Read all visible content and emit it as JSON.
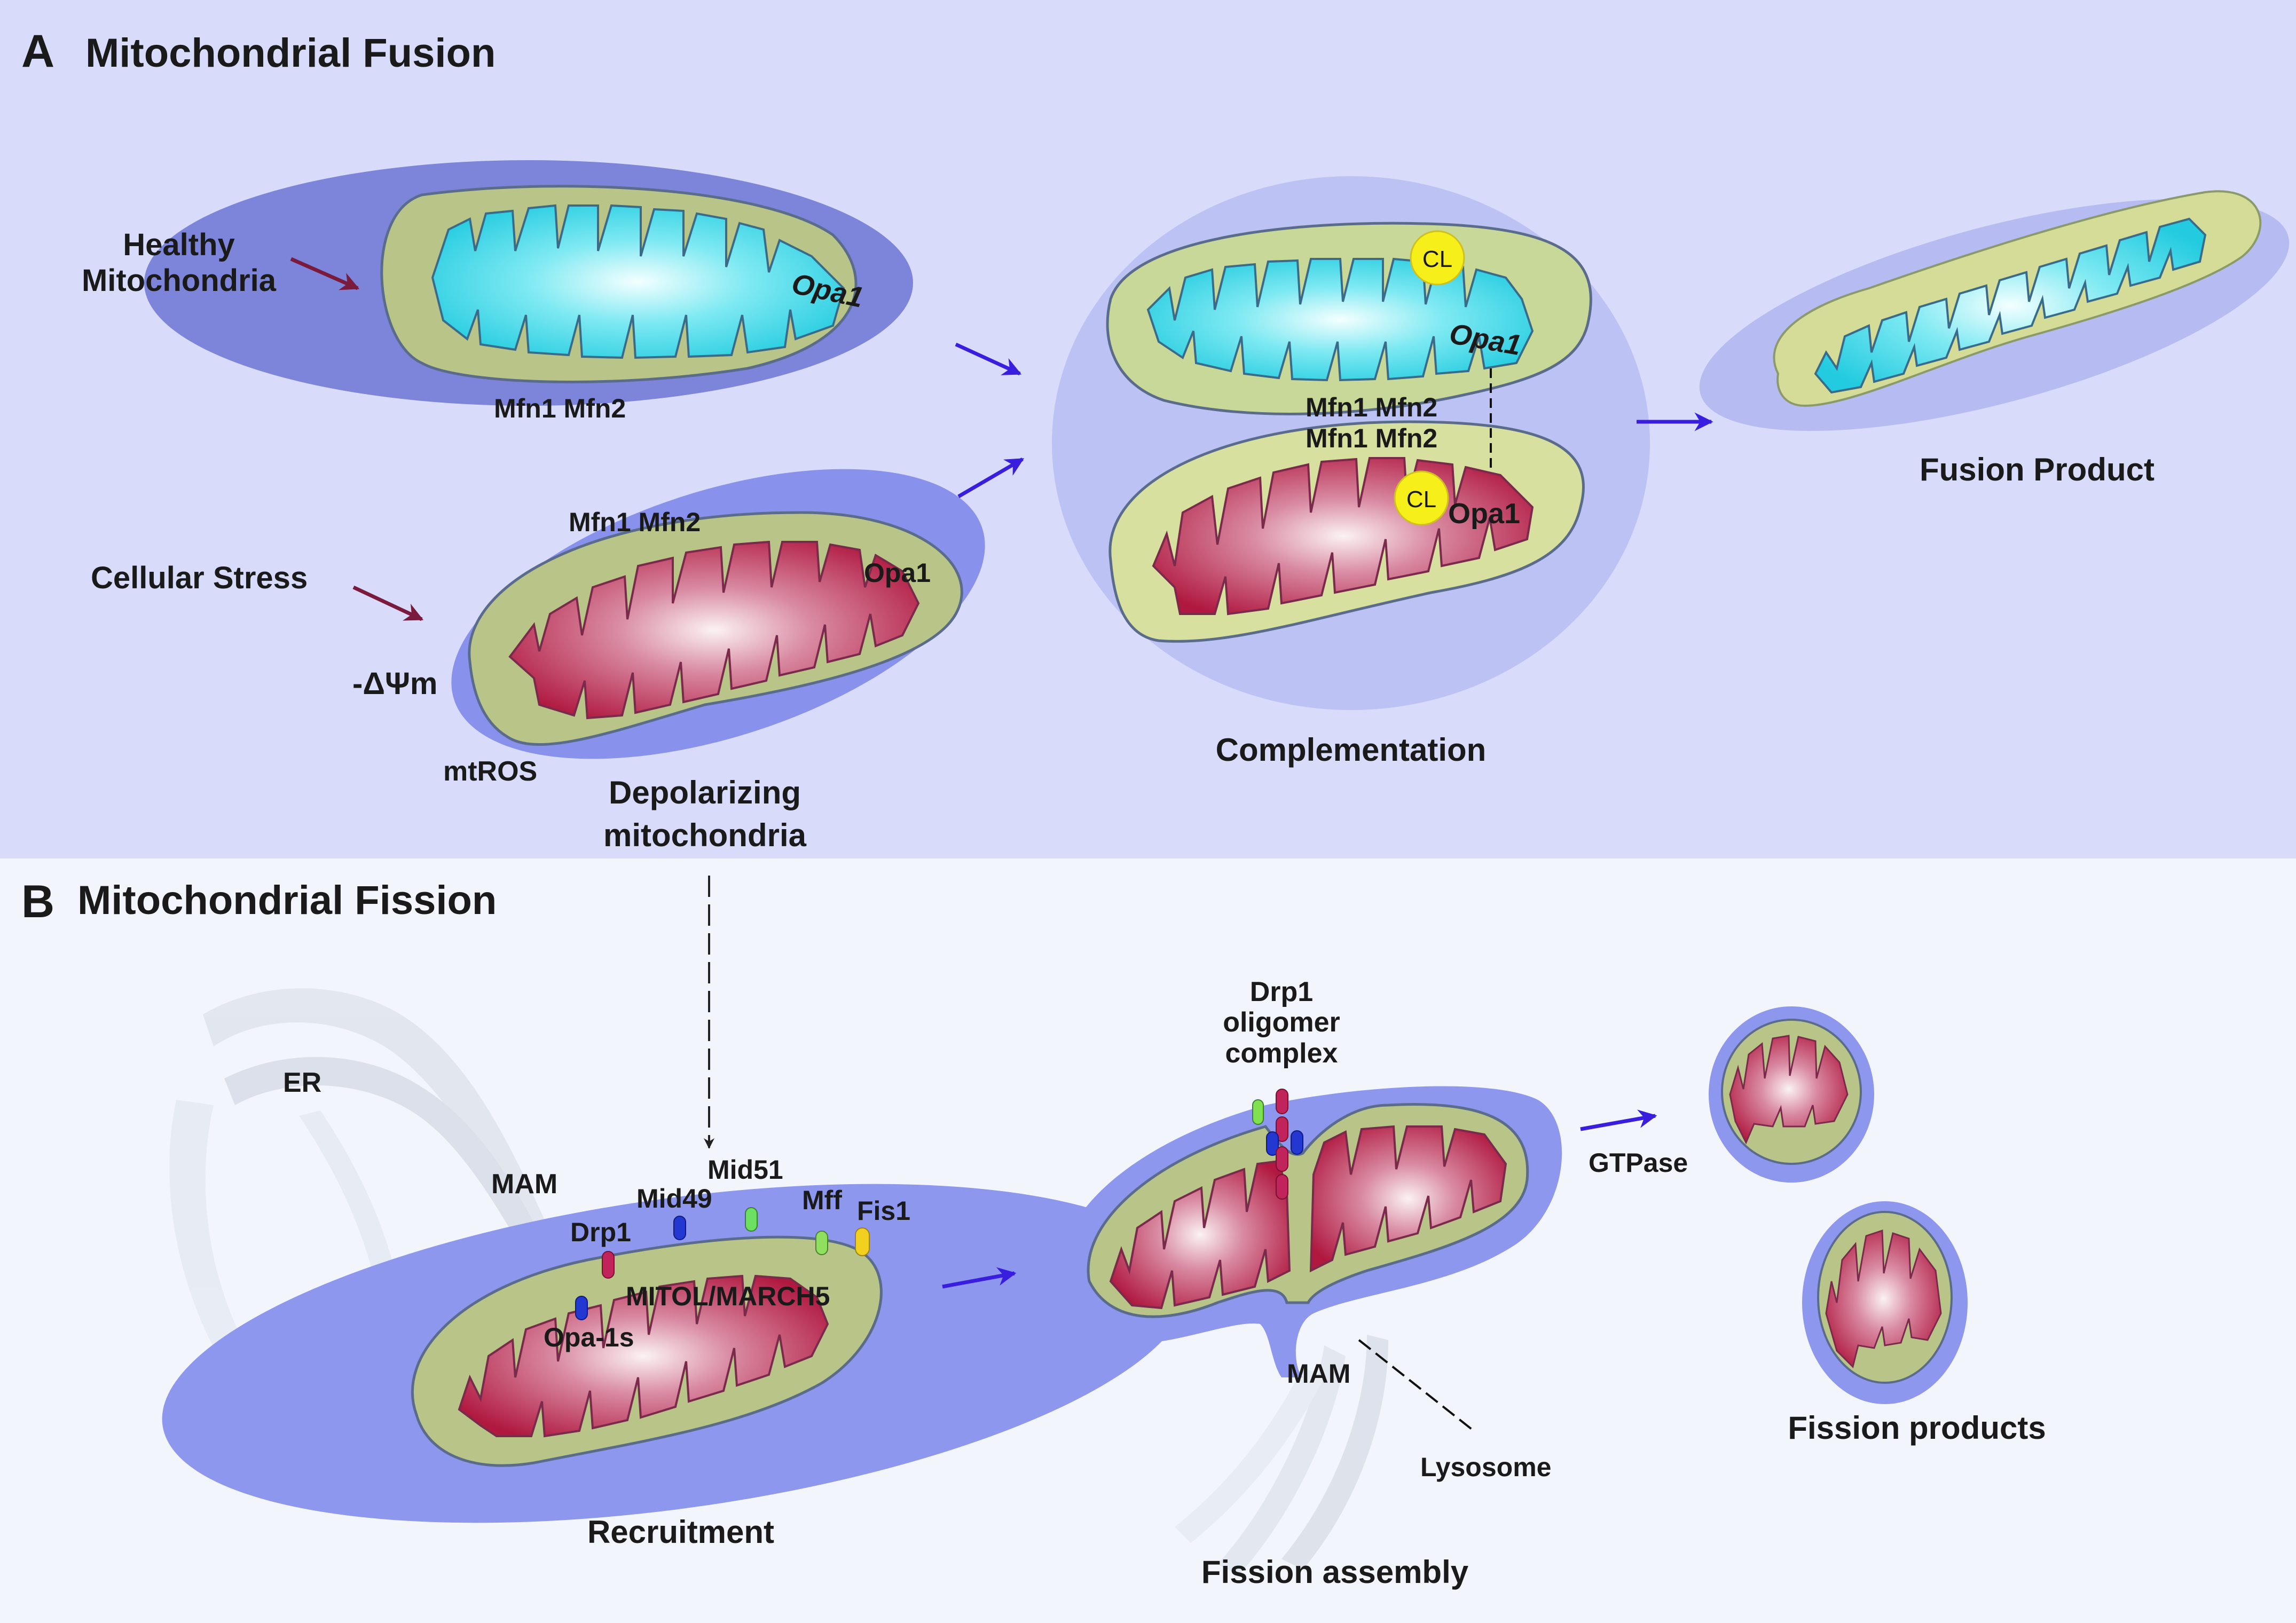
{
  "panel_a": {
    "letter": "A",
    "title": "Mitochondrial Fusion",
    "healthy_line1": "Healthy",
    "healthy_line2": "Mitochondria",
    "stress": "Cellular Stress",
    "dpsi": "-ΔΨm",
    "mtros": "mtROS",
    "depol_line1": "Depolarizing",
    "depol_line2": "mitochondria",
    "mfn_healthy": "Mfn1 Mfn2",
    "mfn_depol": "Mfn1 Mfn2",
    "opa1_healthy": "Opa1",
    "opa1_depol": "Opa1",
    "comp_mfn_top": "Mfn1 Mfn2",
    "comp_mfn_bottom": "Mfn1 Mfn2",
    "comp_opa1_top": "Opa1",
    "comp_opa1_bottom": "Opa1",
    "cl_top": "CL",
    "cl_bottom": "CL",
    "complementation": "Complementation",
    "fusion_product": "Fusion Product"
  },
  "panel_b": {
    "letter": "B",
    "title": "Mitochondrial Fission",
    "er": "ER",
    "mam_left": "MAM",
    "drp1": "Drp1",
    "mid49": "Mid49",
    "mid51": "Mid51",
    "mff": "Mff",
    "fis1": "Fis1",
    "mitol": "MITOL/MARCH5",
    "opa1s": "Opa-1s",
    "recruitment": "Recruitment",
    "drp1_oligo_line1": "Drp1",
    "drp1_oligo_line2": "oligomer",
    "drp1_oligo_line3": "complex",
    "mam_right": "MAM",
    "lysosome": "Lysosome",
    "fission_assembly": "Fission assembly",
    "gtpase": "GTPase",
    "fission_products": "Fission products"
  },
  "colors": {
    "panel_a_bg": "#d8dcfa",
    "panel_b_bg": "#f3f5fc",
    "outer_membrane": "#c8d898",
    "halo_blue": "#7f87e6",
    "matrix_cyan": "#39d8e8",
    "matrix_red": "#b81f4c",
    "arrow_blue": "#3a1ee0",
    "arrow_maroon": "#7a1a3c",
    "cl_yellow": "#f7ef1a"
  }
}
